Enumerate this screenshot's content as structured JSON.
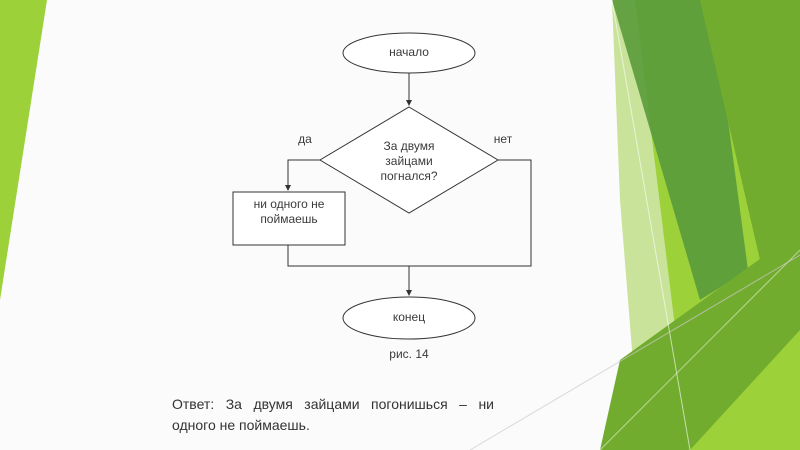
{
  "flowchart": {
    "start_label": "начало",
    "decision_label": "За двумя зайцами погнался?",
    "yes_label": "да",
    "no_label": "нет",
    "process_label": "ни одного не поймаешь",
    "end_label": "конец",
    "figure_caption": "рис. 14"
  },
  "answer_text": "Ответ: За двумя зайцами погонишься – ни одного не поймаешь.",
  "colors": {
    "lime": "#9dd13a",
    "green": "#72ac2e",
    "dark_green": "#5a9a3b",
    "light_lime": "#c9e39a",
    "line": "#333333"
  }
}
